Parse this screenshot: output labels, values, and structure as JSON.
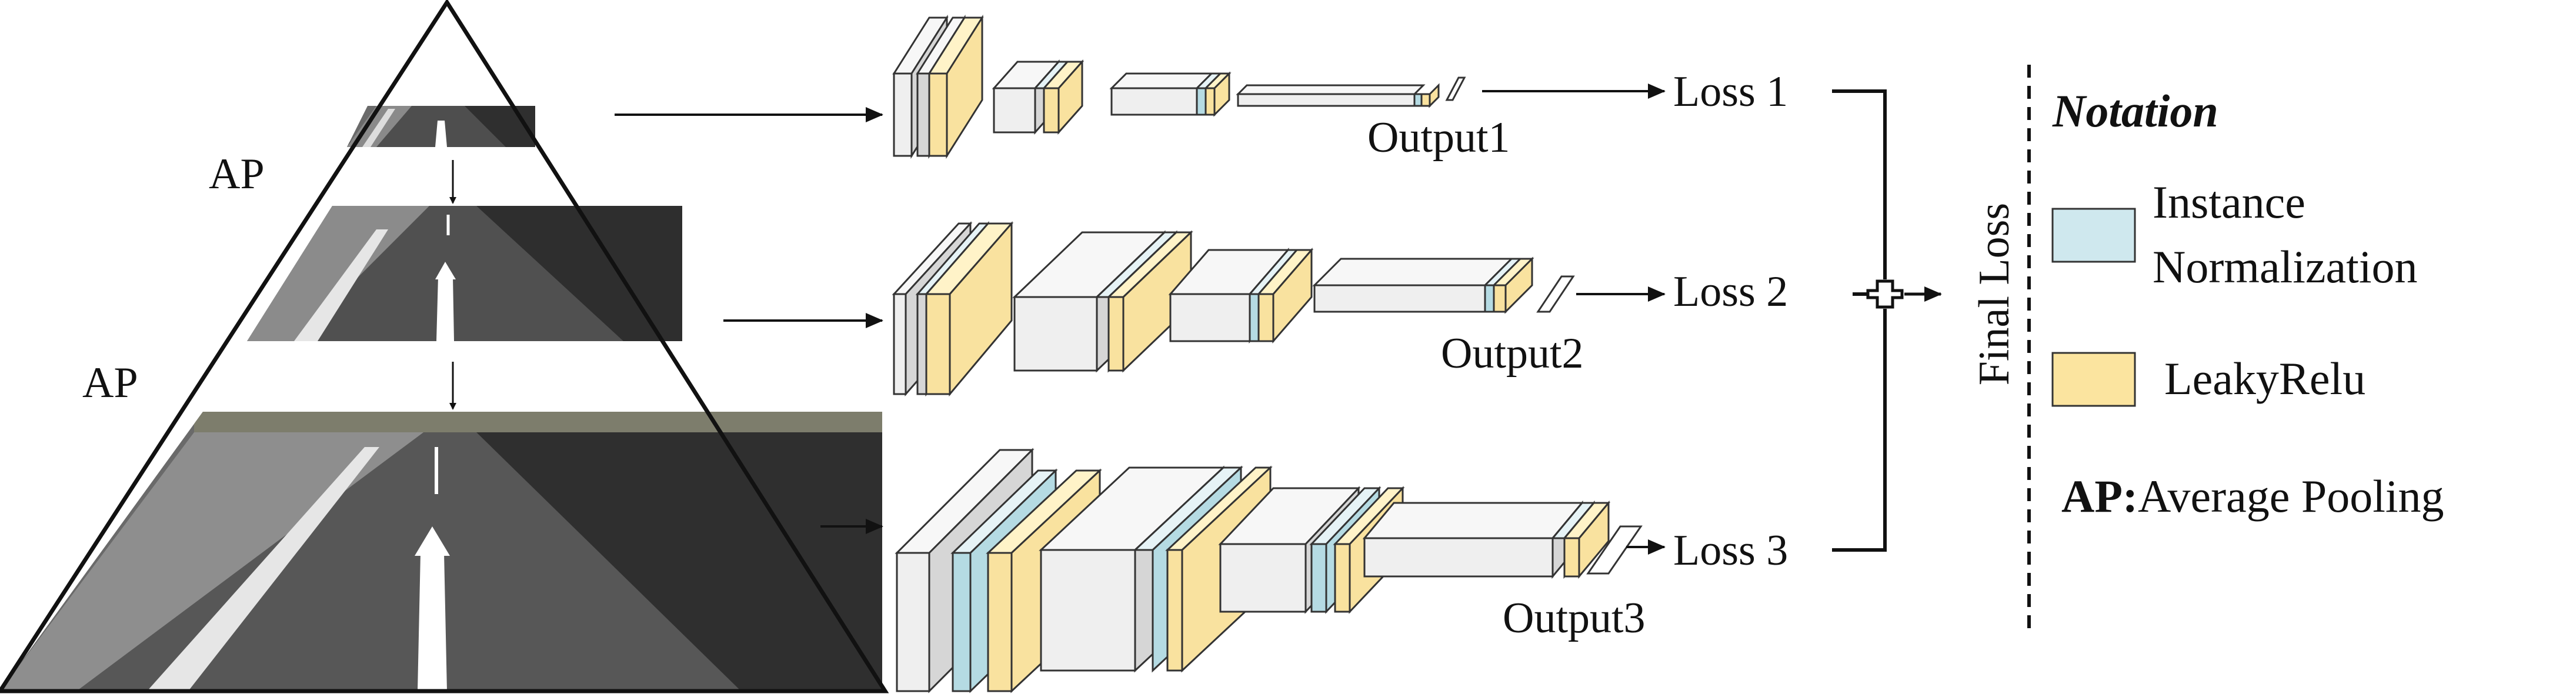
{
  "pyramid": {
    "ap_labels": [
      "AP",
      "AP"
    ]
  },
  "networks": [
    {
      "output_label": "Output1",
      "loss_label": "Loss 1"
    },
    {
      "output_label": "Output2",
      "loss_label": "Loss 2"
    },
    {
      "output_label": "Output3",
      "loss_label": "Loss 3"
    }
  ],
  "combine": {
    "final_label": "Final Loss",
    "plus_symbol": "+"
  },
  "legend": {
    "title": "Notation",
    "items": [
      {
        "label_line1": "Instance",
        "label_line2": "Normalization",
        "color": "#cfe8ee"
      },
      {
        "label_line1": "LeakyRelu",
        "label_line2": "",
        "color": "#fbe49f"
      }
    ],
    "ap_key": "AP:",
    "ap_text": "Average Pooling"
  },
  "colors": {
    "instance_norm": "#b5dbe3",
    "leaky_relu": "#f9e29f",
    "conv_front": "#efefef",
    "conv_top": "#f7f7f7",
    "conv_side": "#d8d8d8",
    "road": "#5b5b5b",
    "road_shadow": "#3c3c3c",
    "lane": "#ffffff",
    "line": "#111111"
  }
}
